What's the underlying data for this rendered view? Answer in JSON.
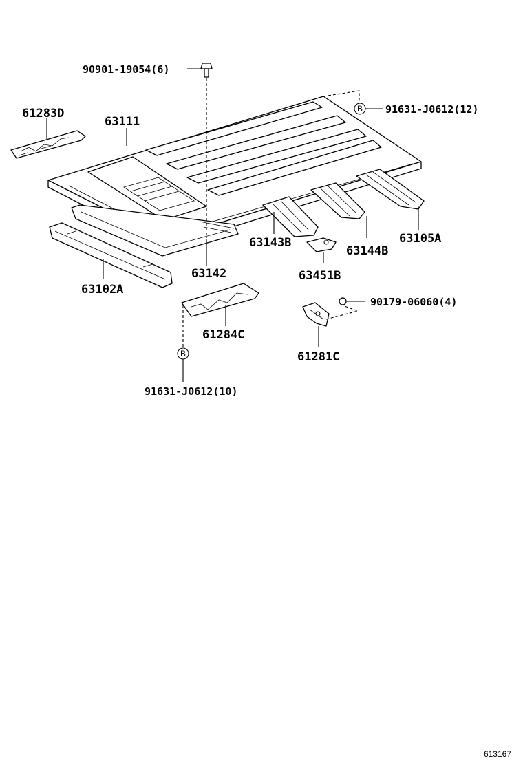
{
  "labels": {
    "bolt": "90901-19054(6)",
    "b_top": "91631-J0612(12)",
    "b_bottom": "91631-J0612(10)",
    "nut": "90179-06060(4)",
    "p61283d": "61283D",
    "p63111": "63111",
    "p63143b": "63143B",
    "p63144b": "63144B",
    "p63105a": "63105A",
    "p63142": "63142",
    "p63102a": "63102A",
    "p63451b": "63451B",
    "p61284c": "61284C",
    "p61281c": "61281C"
  },
  "callout_letter": "B",
  "figure_number": "613167"
}
